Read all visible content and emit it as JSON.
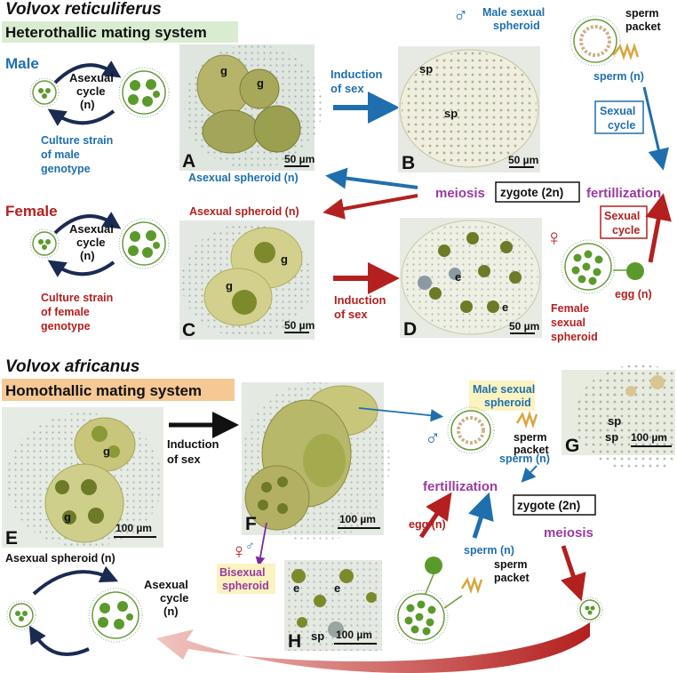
{
  "colors": {
    "blue": "#1f6fae",
    "red": "#b3201f",
    "purple": "#9a3aa0",
    "black": "#111111",
    "green_cell": "#5a9a2a",
    "micro_bg": "#dfe6e0",
    "label_green_bg": "#d9ecd0",
    "label_orange_bg": "#f5c894",
    "label_yellow_bg": "#fbf3c0"
  },
  "top": {
    "species": "Volvox reticuliferus",
    "system": "Heterothallic mating system",
    "male": "Male",
    "female": "Female",
    "asexual_cycle": [
      "Asexual",
      "cycle",
      "(n)"
    ],
    "male_strain": [
      "Culture strain",
      "of male",
      "genotype"
    ],
    "female_strain": [
      "Culture strain",
      "of female",
      "genotype"
    ],
    "induction_male": [
      "Induction",
      "of sex"
    ],
    "induction_female": [
      "Induction",
      "of sex"
    ],
    "male_symbol": "♂",
    "female_symbol": "♀",
    "male_sexual": [
      "Male sexual",
      "spheroid"
    ],
    "sperm_packet": [
      "sperm",
      "packet"
    ],
    "sperm": "sperm (n)",
    "sexual_cycle": [
      "Sexual",
      "cycle"
    ],
    "asexual_spheroid": "Asexual spheroid (n)",
    "meiosis": "meiosis",
    "zygote": "zygote (2n)",
    "fertilization": "fertillization",
    "female_sexual": [
      "Female",
      "sexual",
      "spheroid"
    ],
    "egg": "egg (n)"
  },
  "panels": {
    "A": {
      "letter": "A",
      "scale": "50 µm",
      "labels": [
        "g",
        "g"
      ]
    },
    "B": {
      "letter": "B",
      "scale": "50 µm",
      "labels": [
        "sp",
        "sp"
      ]
    },
    "C": {
      "letter": "C",
      "scale": "50 µm",
      "labels": [
        "g",
        "g"
      ]
    },
    "D": {
      "letter": "D",
      "scale": "50 µm",
      "labels": [
        "e",
        "e"
      ]
    },
    "E": {
      "letter": "E",
      "scale": "100 µm",
      "labels": [
        "g",
        "g"
      ]
    },
    "F": {
      "letter": "F",
      "scale": "100 µm"
    },
    "G": {
      "letter": "G",
      "scale": "100 µm",
      "labels": [
        "sp",
        "sp"
      ]
    },
    "H": {
      "letter": "H",
      "scale": "100 µm",
      "labels": [
        "e",
        "e",
        "sp"
      ]
    }
  },
  "bottom": {
    "species": "Volvox africanus",
    "system": "Homothallic mating system",
    "induction": [
      "Induction",
      "of sex"
    ],
    "asexual_spheroid": "Asexual spheroid (n)",
    "male_sexual": [
      "Male sexual",
      "spheroid"
    ],
    "male_symbol": "♂",
    "sperm_packet": [
      "sperm",
      "packet"
    ],
    "sperm": "sperm (n)",
    "fertilization": "fertillization",
    "zygote": "zygote (2n)",
    "meiosis": "meiosis",
    "bisexual_symbol": "♀",
    "bisexual": [
      "Bisexual",
      "spheroid"
    ],
    "egg": "egg (n)",
    "sperm2": "sperm (n)",
    "sperm_packet2": [
      "sperm",
      "packet"
    ],
    "asexual_cycle": [
      "Asexual",
      "cycle",
      "(n)"
    ]
  }
}
